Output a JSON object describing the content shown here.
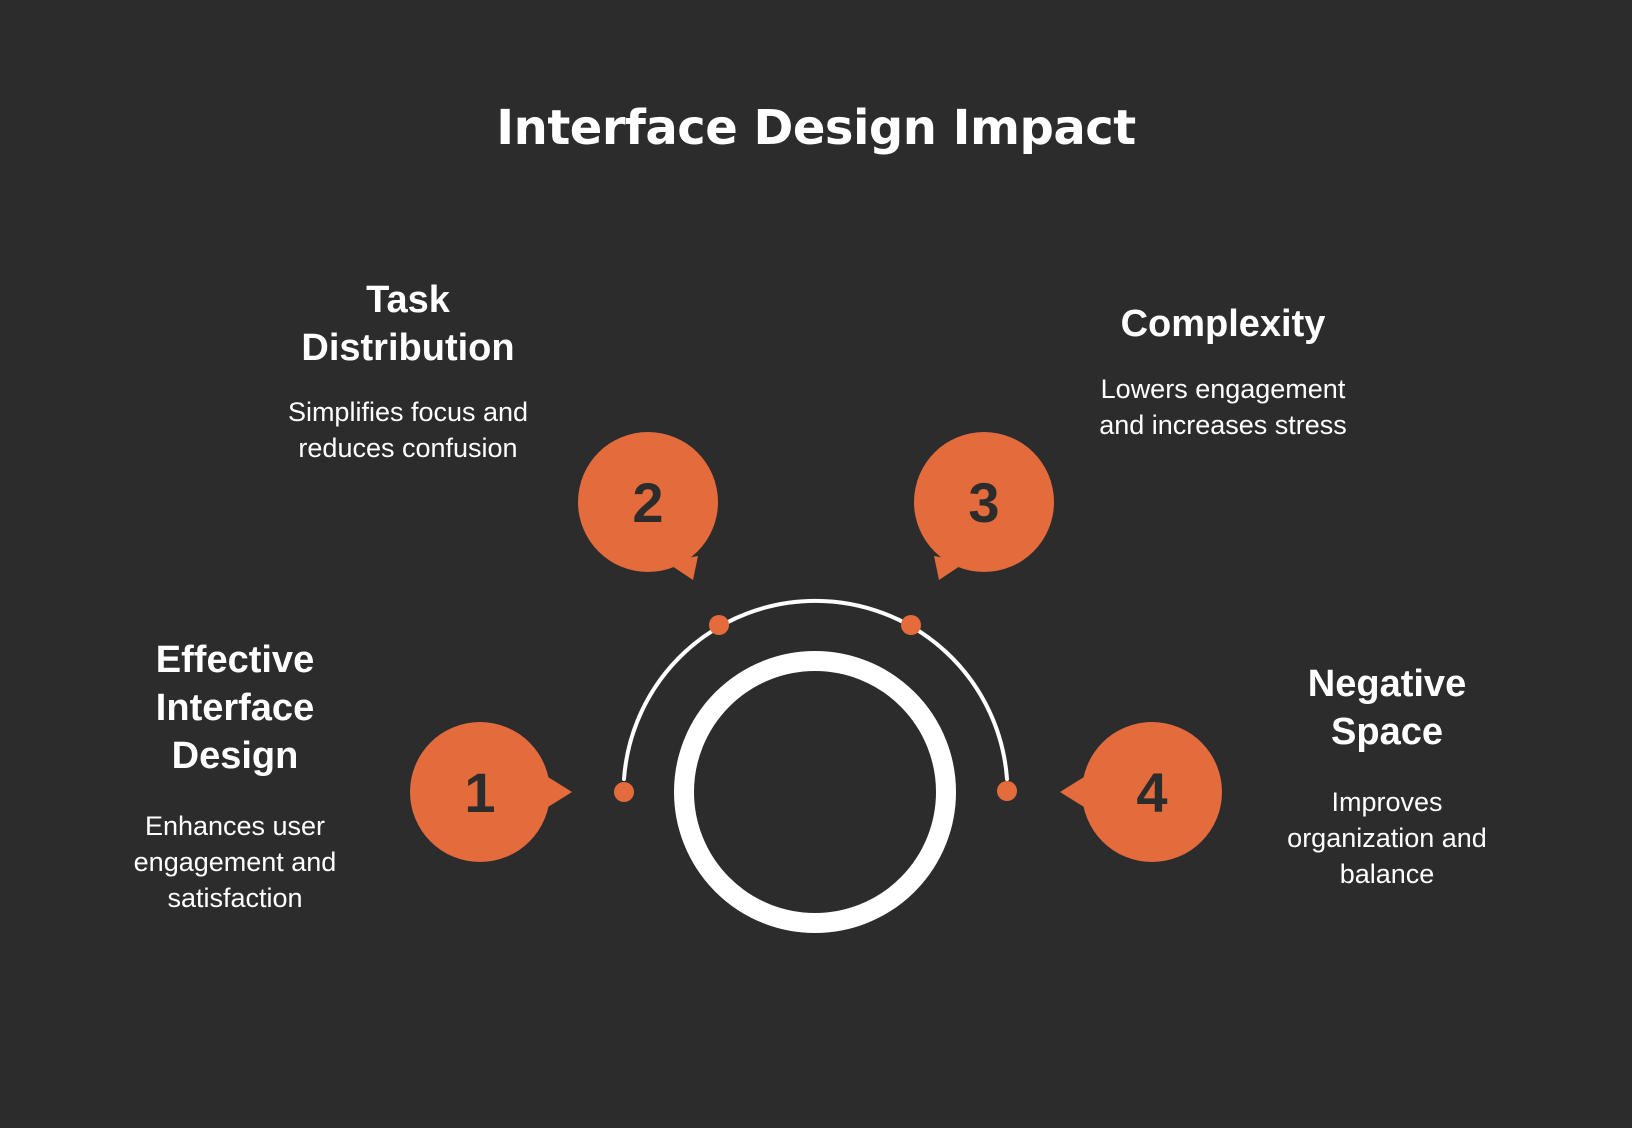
{
  "title": "Interface Design Impact",
  "colors": {
    "background": "#2c2c2c",
    "accent": "#e46c3c",
    "text": "#ffffff",
    "number": "#2c2c2c"
  },
  "items": [
    {
      "number": "1",
      "heading": [
        "Effective",
        "Interface",
        "Design"
      ],
      "description": [
        "Enhances user",
        "engagement and",
        "satisfaction"
      ]
    },
    {
      "number": "2",
      "heading": [
        "Task",
        "Distribution"
      ],
      "description": [
        "Simplifies focus and",
        "reduces confusion"
      ]
    },
    {
      "number": "3",
      "heading": [
        "Complexity"
      ],
      "description": [
        "Lowers engagement",
        "and increases stress"
      ]
    },
    {
      "number": "4",
      "heading": [
        "Negative",
        "Space"
      ],
      "description": [
        "Improves",
        "organization and",
        "balance"
      ]
    }
  ]
}
